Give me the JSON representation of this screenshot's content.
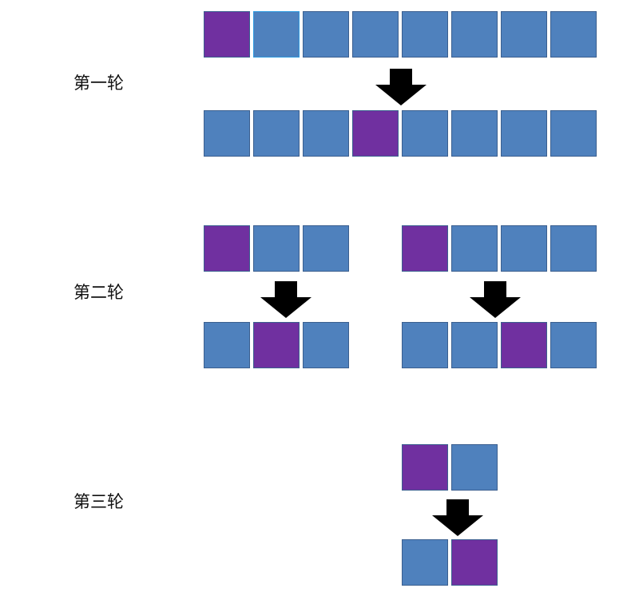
{
  "colors": {
    "cell": "#4f81bd",
    "pivot": "#7030a0",
    "border": "#3b5f8f",
    "arrow": "#000000"
  },
  "rounds": [
    {
      "label": "第一轮",
      "groups": [
        {
          "before": {
            "cells": 8,
            "pivot_index": 0
          },
          "after": {
            "cells": 8,
            "pivot_index": 3
          }
        }
      ]
    },
    {
      "label": "第二轮",
      "groups": [
        {
          "before": {
            "cells": 3,
            "pivot_index": 0
          },
          "after": {
            "cells": 3,
            "pivot_index": 1
          }
        },
        {
          "before": {
            "cells": 4,
            "pivot_index": 0
          },
          "after": {
            "cells": 4,
            "pivot_index": 2
          }
        }
      ]
    },
    {
      "label": "第三轮",
      "groups": [
        {
          "before": {
            "cells": 2,
            "pivot_index": 0
          },
          "after": {
            "cells": 2,
            "pivot_index": 1
          }
        }
      ]
    }
  ]
}
